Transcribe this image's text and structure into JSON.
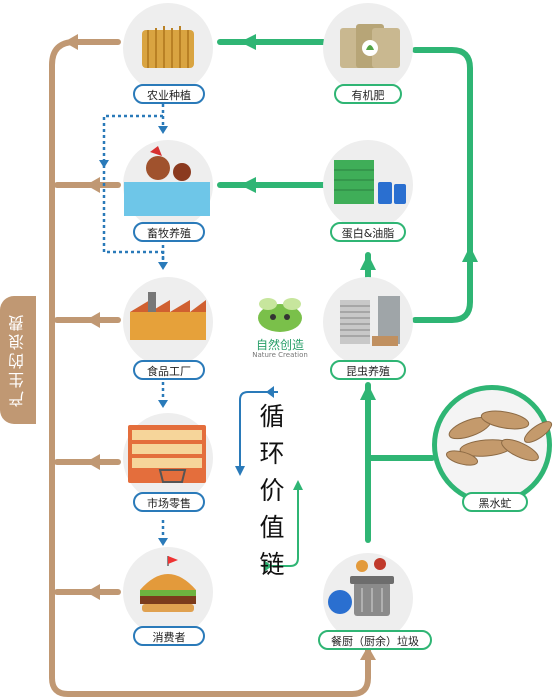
{
  "nodes": {
    "agriculture": "农业种植",
    "livestock": "畜牧养殖",
    "food_factory": "食品工厂",
    "retail": "市场零售",
    "consumer": "消费者",
    "organic_fertilizer": "有机肥",
    "protein_fat": "蛋白&油脂",
    "insect_farming": "昆虫养殖",
    "black_soldier_fly": "黑水虻",
    "kitchen_waste": "餐厨（厨余）垃圾"
  },
  "side_label": "产生的浪费",
  "cycle_label": [
    "循",
    "环",
    "价",
    "值",
    "链"
  ],
  "brand": {
    "name": "自然创造",
    "subtitle": "Nature Creation"
  },
  "colors": {
    "green": "#2fb574",
    "tan": "#c09873",
    "blue": "#2a7ab9"
  }
}
